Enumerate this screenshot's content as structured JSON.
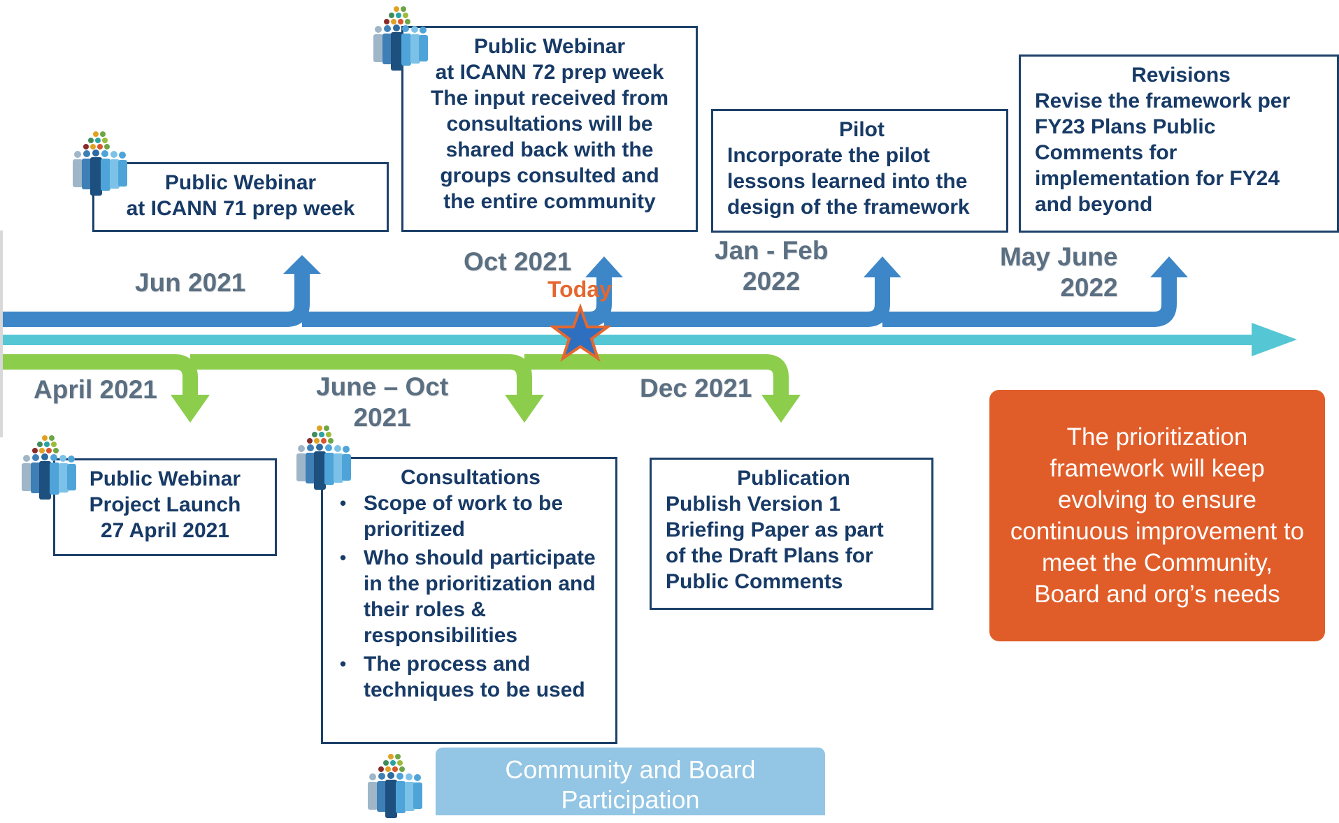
{
  "colors": {
    "blue_arrow": "#3d87c8",
    "teal_arrow": "#55c7d4",
    "green_arrow": "#8ccd4c",
    "box_border": "#1d4169",
    "box_text": "#173a66",
    "date_text": "#5b6f82",
    "today": "#e4672f",
    "orange_panel": "#e05d2a",
    "legend_panel": "#93c5e4"
  },
  "icons": {
    "people": "people-group-icon",
    "today": "star-icon"
  },
  "milestones_top": [
    {
      "date": "Jun 2021",
      "title": "Public Webinar",
      "lines": [
        "at ICANN 71 prep week"
      ]
    },
    {
      "date": "Oct 2021",
      "title": "Public Webinar",
      "lines": [
        "at ICANN 72 prep week",
        "The input received from",
        "consultations will be",
        "shared back with the",
        "groups consulted and",
        "the entire community"
      ]
    },
    {
      "date_line1": "Jan - Feb",
      "date_line2": "2022",
      "title": "Pilot",
      "lines": [
        "Incorporate the pilot",
        "lessons learned into the",
        "design of the framework"
      ]
    },
    {
      "date_line1": "May June",
      "date_line2": "2022",
      "title": "Revisions",
      "lines": [
        "Revise the framework per",
        "FY23 Plans Public",
        "Comments for",
        "implementation for FY24",
        "and beyond"
      ]
    }
  ],
  "milestones_bottom": [
    {
      "date": "April 2021",
      "title": "Public Webinar",
      "lines": [
        "Project Launch",
        "27 April 2021"
      ]
    },
    {
      "date_line1": "June – Oct",
      "date_line2": "2021",
      "title": "Consultations",
      "bullets": [
        "Scope of work to be prioritized",
        "Who should participate in the prioritization and their roles & responsibilities",
        "The process and techniques to be used"
      ]
    },
    {
      "date": "Dec 2021",
      "title": "Publication",
      "lines": [
        "Publish Version 1",
        "Briefing Paper as part",
        "of the Draft Plans for",
        "Public Comments"
      ]
    }
  ],
  "today_label": "Today",
  "callout": "The prioritization framework will keep evolving to ensure continuous improvement to meet the Community, Board and org’s needs",
  "legend": "Community and Board Participation"
}
